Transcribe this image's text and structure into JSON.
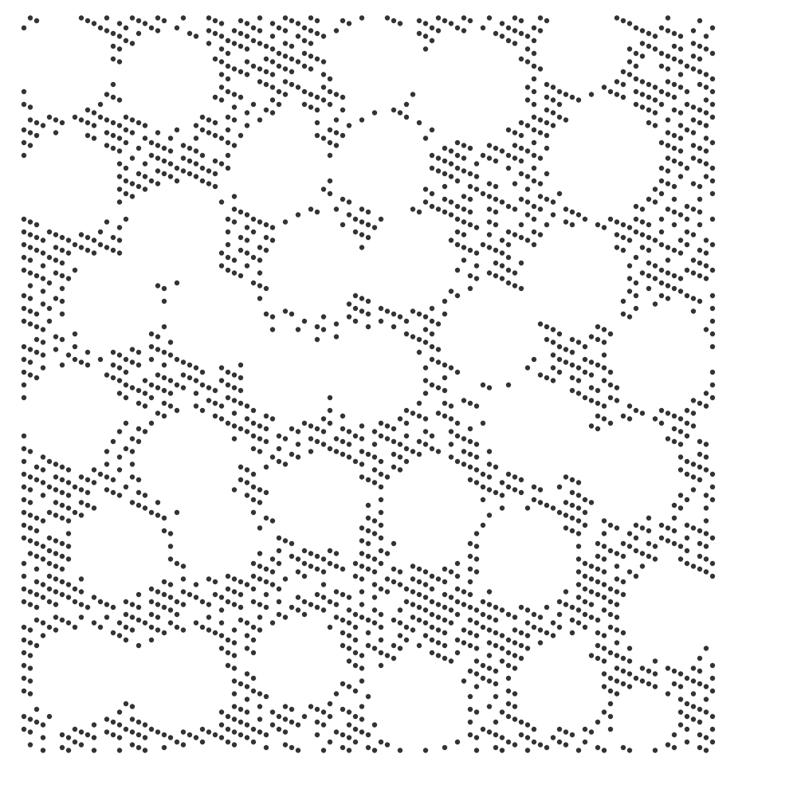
{
  "figure": {
    "description_free": true,
    "dot_color": "#333333",
    "background_color": "#ffffff",
    "pattern": "hexagonal-voids",
    "grid": {
      "x_min": 1,
      "x_max": 56,
      "y_min": 1,
      "y_max": 60
    }
  }
}
